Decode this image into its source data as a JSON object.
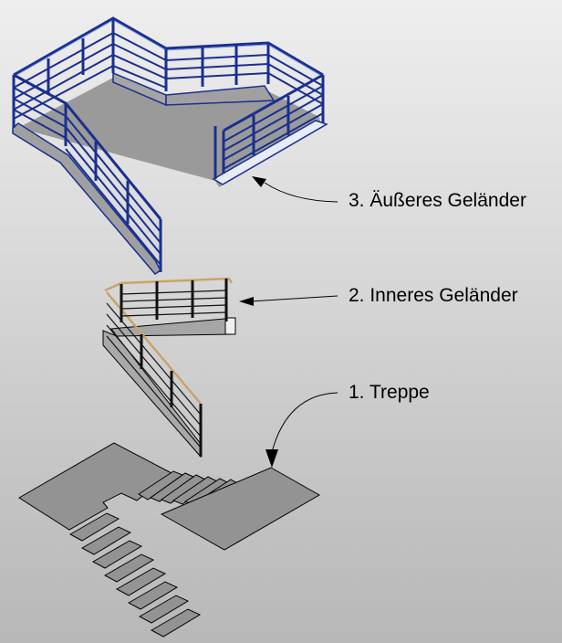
{
  "diagram": {
    "type": "exploded isometric stair assembly",
    "background_top": "#eeeeee",
    "background_bottom": "#b8b8b8"
  },
  "labels": [
    {
      "id": "outer",
      "text": "3. Äußeres Geländer",
      "color": "#1a2f8f"
    },
    {
      "id": "inner",
      "text": "2. Inneres Geländer",
      "color": "#000000"
    },
    {
      "id": "stair",
      "text": "1. Treppe",
      "color": "#939393"
    }
  ],
  "colors": {
    "outer_rail": "#1a2f8f",
    "outer_rail_highlight": "#7f9ae0",
    "inner_rail": "#111111",
    "handrail_wood": "#c8a46a",
    "stair_fill": "#939393",
    "stair_stroke": "#000000"
  }
}
